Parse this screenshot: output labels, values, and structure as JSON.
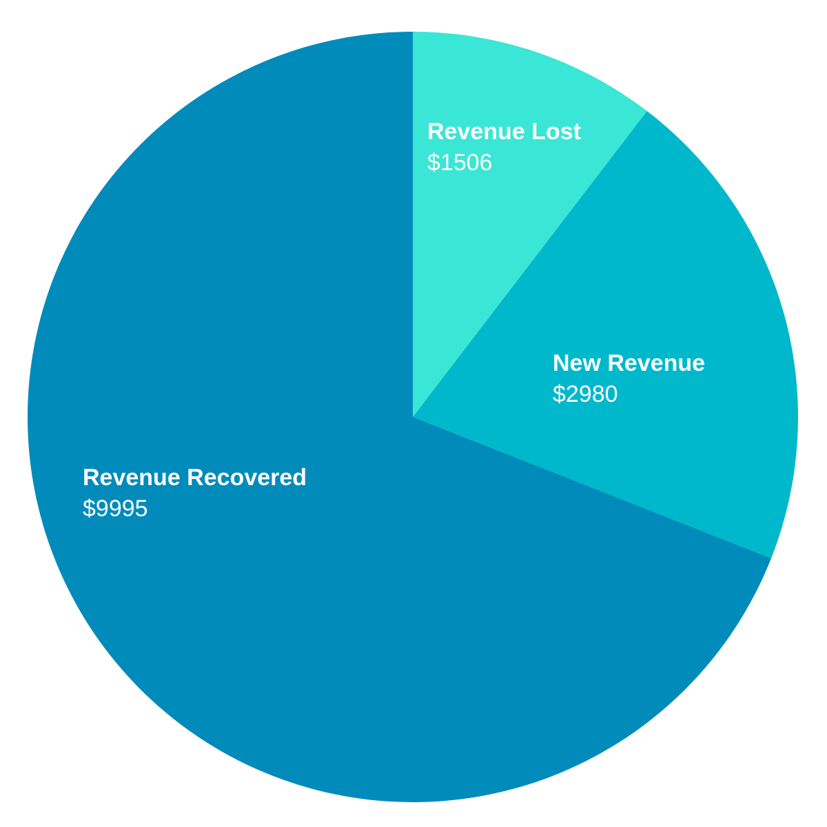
{
  "chart_data": {
    "type": "pie",
    "start": "top",
    "direction": "clockwise",
    "slices": [
      {
        "label": "Revenue Lost",
        "value": 1506,
        "display": "$1506",
        "color": "#3ae6d5"
      },
      {
        "label": "New Revenue",
        "value": 2980,
        "display": "$2980",
        "color": "#00b8cc"
      },
      {
        "label": "Revenue Recovered",
        "value": 9995,
        "display": "$9995",
        "color": "#008bbb"
      }
    ]
  }
}
